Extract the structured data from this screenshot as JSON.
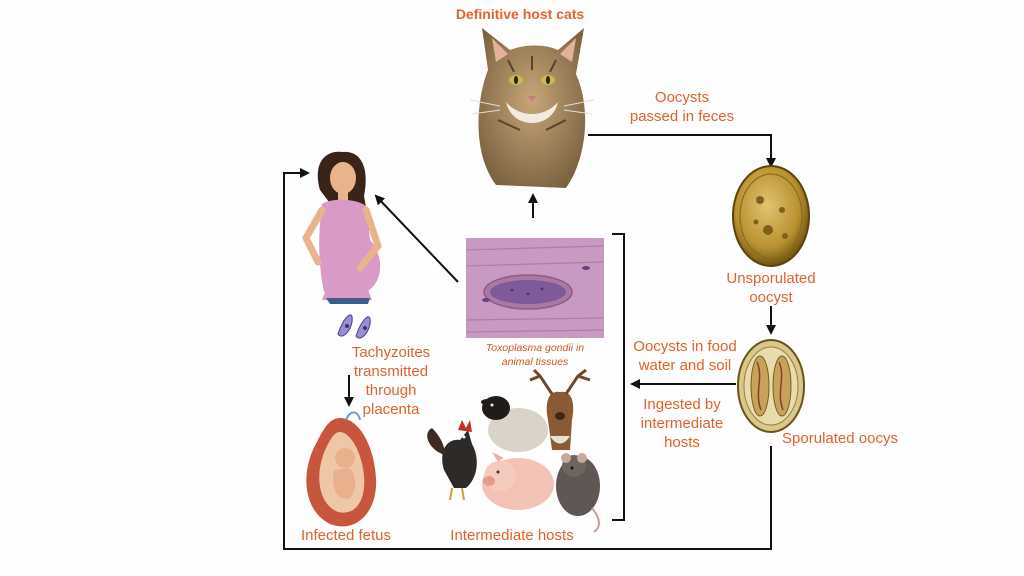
{
  "title": "Definitive host cats",
  "labels": {
    "oocysts_feces": [
      "Oocysts",
      "passed in feces"
    ],
    "unsporulated": [
      "Unsporulated",
      "oocyst"
    ],
    "sporulated": "Sporulated oocys",
    "food_water_soil": [
      "Oocysts in food",
      "water and soil"
    ],
    "ingested": [
      "Ingested by",
      "intermediate",
      "hosts"
    ],
    "tissues": [
      "Toxoplasma gondii in",
      "animal tissues"
    ],
    "intermediate_hosts": "Intermediate hosts",
    "tachyzoites": [
      "Tachyzoites",
      "transmitted",
      "through",
      "placenta"
    ],
    "infected_fetus": "Infected fetus"
  },
  "colors": {
    "label": "#e0622a",
    "arrow": "#111111",
    "tissue": "#c99ac4",
    "oocyst": "#b08a2e"
  },
  "icons": [
    "cat-illustration",
    "unsporulated-oocyst-illustration",
    "sporulated-oocyst-illustration",
    "pregnant-woman-illustration",
    "tachyzoites-illustration",
    "muscle-tissue-illustration",
    "fetus-illustration",
    "rooster-illustration",
    "sheep-illustration",
    "deer-illustration",
    "pig-illustration",
    "rat-illustration"
  ]
}
